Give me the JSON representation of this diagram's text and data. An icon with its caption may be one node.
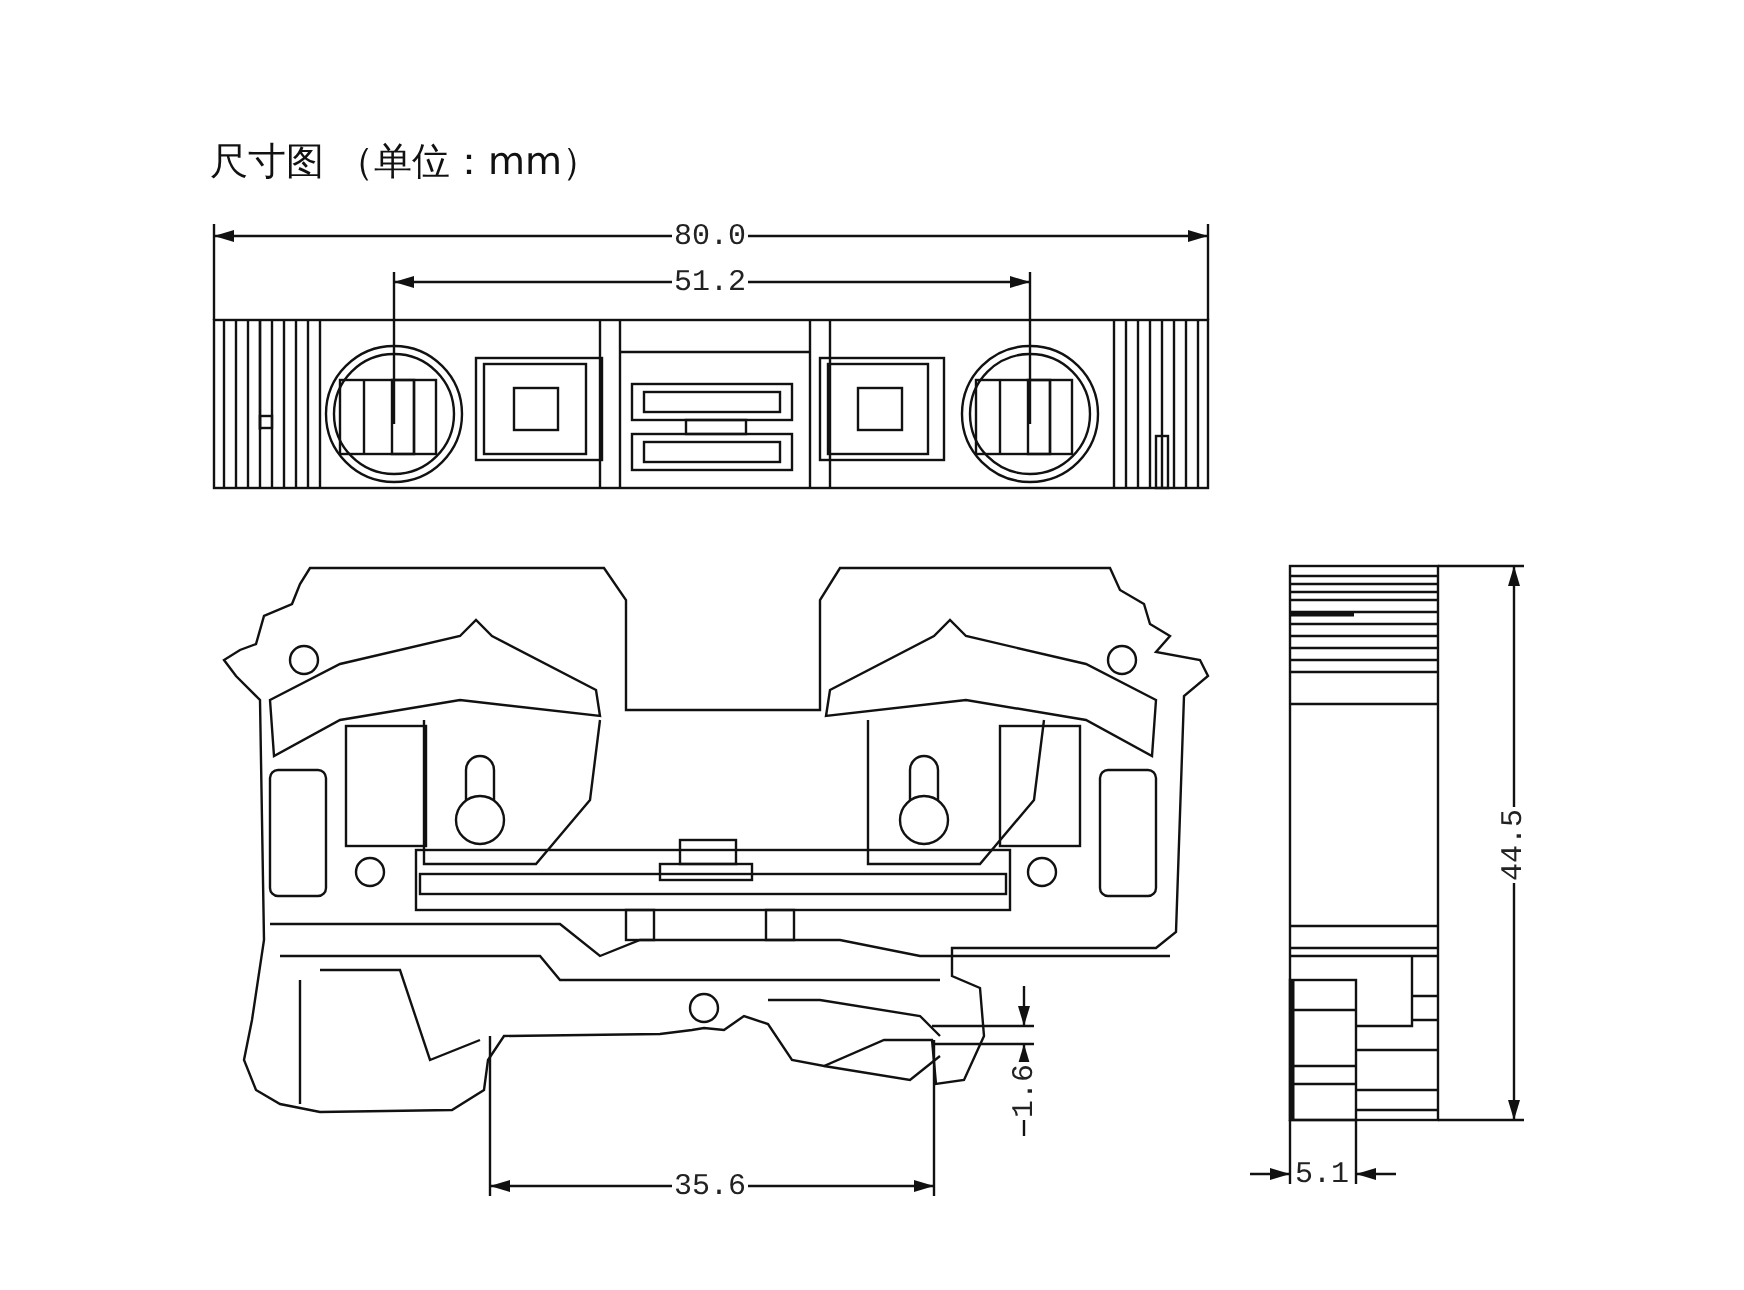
{
  "diagram": {
    "title": "尺寸图 （单位：mm）",
    "labels": [
      "80.0",
      "51.2",
      "44.5",
      "1.6",
      "35.6",
      "5.1"
    ]
  }
}
